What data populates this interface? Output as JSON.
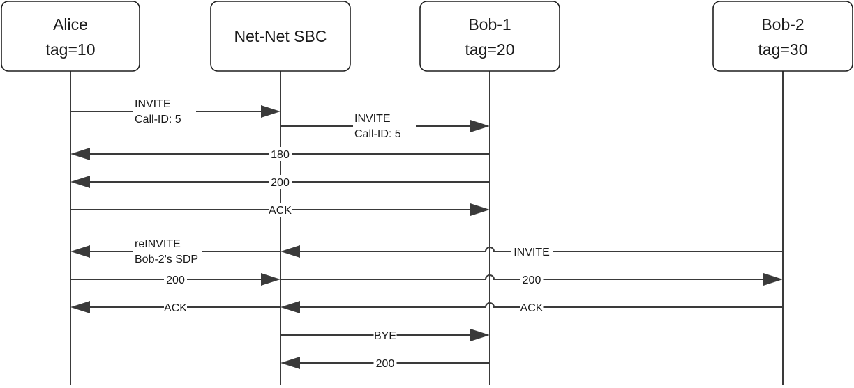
{
  "participants": [
    {
      "id": "alice",
      "lines": [
        "Alice",
        "tag=10"
      ]
    },
    {
      "id": "sbc",
      "lines": [
        "Net-Net SBC"
      ]
    },
    {
      "id": "bob1",
      "lines": [
        "Bob-1",
        "tag=20"
      ]
    },
    {
      "id": "bob2",
      "lines": [
        "Bob-2",
        "tag=30"
      ]
    }
  ],
  "messages": [
    {
      "id": "invite-alice-sbc",
      "from": "alice",
      "to": "sbc",
      "label": [
        "INVITE",
        "Call-ID: 5"
      ]
    },
    {
      "id": "invite-sbc-bob1",
      "from": "sbc",
      "to": "bob1",
      "label": [
        "INVITE",
        "Call-ID: 5"
      ]
    },
    {
      "id": "180-bob1-alice",
      "from": "bob1",
      "to": "alice",
      "label": [
        "180"
      ]
    },
    {
      "id": "200-bob1-alice",
      "from": "bob1",
      "to": "alice",
      "label": [
        "200"
      ]
    },
    {
      "id": "ack-alice-bob1",
      "from": "alice",
      "to": "bob1",
      "label": [
        "ACK"
      ]
    },
    {
      "id": "invite-bob2-sbc",
      "from": "bob2",
      "to": "sbc",
      "label": [
        "INVITE"
      ]
    },
    {
      "id": "reinvite-sbc-alice",
      "from": "sbc",
      "to": "alice",
      "label": [
        "reINVITE",
        "Bob-2's SDP"
      ]
    },
    {
      "id": "200-alice-sbc",
      "from": "alice",
      "to": "sbc",
      "label": [
        "200"
      ]
    },
    {
      "id": "200-sbc-bob2",
      "from": "sbc",
      "to": "bob2",
      "label": [
        "200"
      ]
    },
    {
      "id": "ack-bob2-sbc",
      "from": "bob2",
      "to": "sbc",
      "label": [
        "ACK"
      ]
    },
    {
      "id": "ack-sbc-alice",
      "from": "sbc",
      "to": "alice",
      "label": [
        "ACK"
      ]
    },
    {
      "id": "bye-sbc-bob1",
      "from": "sbc",
      "to": "bob1",
      "label": [
        "BYE"
      ]
    },
    {
      "id": "200-bob1-sbc",
      "from": "bob1",
      "to": "sbc",
      "label": [
        "200"
      ]
    }
  ]
}
